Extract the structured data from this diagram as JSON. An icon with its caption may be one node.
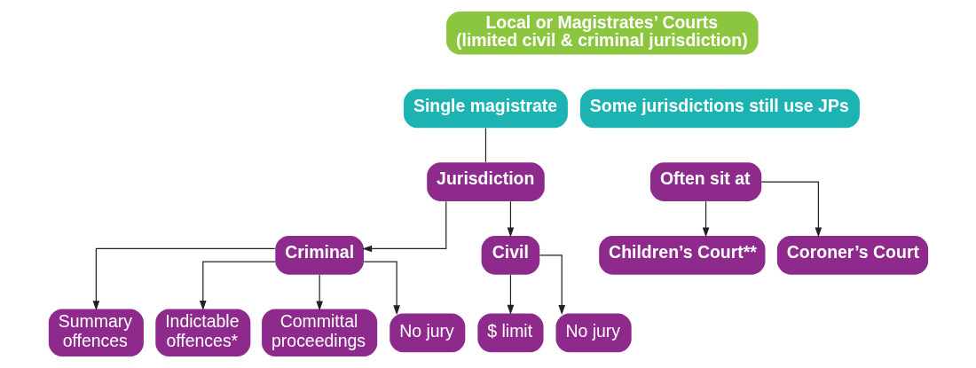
{
  "diagram": {
    "nodes": [
      {
        "text": [
          "Local or Magistrates’ Courts (limited civil & criminal jurisdiction)"
        ]
      },
      {
        "text": [
          "Single magistrate"
        ]
      },
      {
        "text": [
          "Some jurisdictions still use JPs"
        ]
      },
      {
        "text": [
          "Jurisdiction"
        ]
      },
      {
        "text": [
          "Often sit at"
        ]
      },
      {
        "text": [
          "Criminal"
        ]
      },
      {
        "text": [
          "Civil"
        ]
      },
      {
        "text": [
          "Summary offences"
        ]
      },
      {
        "text": [
          "Indictable offences*"
        ]
      },
      {
        "text": [
          "Committal proceedings"
        ]
      },
      {
        "text": [
          "No jury"
        ]
      },
      {
        "text": [
          "$ limit"
        ]
      },
      {
        "text": [
          "No jury"
        ]
      },
      {
        "text": [
          "Children’s Court**"
        ]
      },
      {
        "text": [
          "Coroner’s Court"
        ]
      }
    ],
    "edges": [
      {
        "from": 1,
        "to": 3,
        "arrow": "none"
      },
      {
        "from": 3,
        "to": 5,
        "arrow": "to"
      },
      {
        "from": 3,
        "to": 6,
        "arrow": "to"
      },
      {
        "from": 5,
        "to": 7,
        "arrow": "to"
      },
      {
        "from": 5,
        "to": 8,
        "arrow": "to"
      },
      {
        "from": 5,
        "to": 9,
        "arrow": "to"
      },
      {
        "from": 5,
        "to": 10,
        "arrow": "to"
      },
      {
        "from": 6,
        "to": 11,
        "arrow": "to"
      },
      {
        "from": 6,
        "to": 12,
        "arrow": "to"
      },
      {
        "from": 4,
        "to": 13,
        "arrow": "to"
      },
      {
        "from": 4,
        "to": 14,
        "arrow": "to"
      }
    ]
  }
}
